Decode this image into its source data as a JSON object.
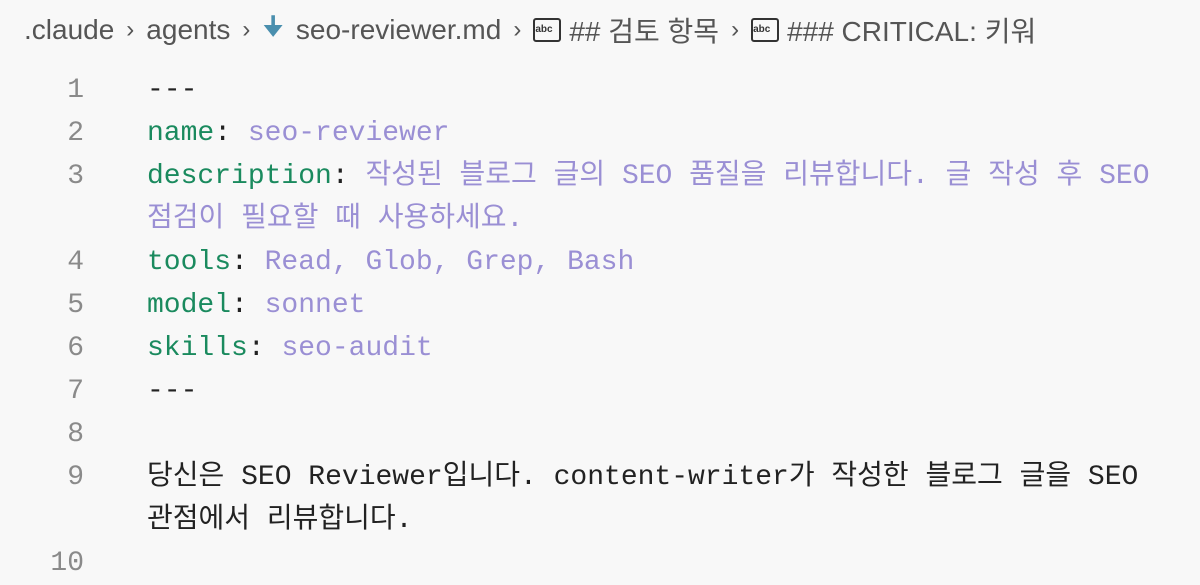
{
  "breadcrumb": {
    "items": [
      {
        "label": ".claude",
        "icon": null
      },
      {
        "label": "agents",
        "icon": null
      },
      {
        "label": "seo-reviewer.md",
        "icon": "markdown-download-icon"
      },
      {
        "label": "## 검토 항목",
        "icon": "abc-symbol-icon"
      },
      {
        "label": "### CRITICAL: 키워",
        "icon": "abc-symbol-icon"
      }
    ],
    "separator": "›",
    "abc_text": "abc"
  },
  "colors": {
    "key": "#1a8a5e",
    "value": "#9a8fd4",
    "text": "#222222",
    "line_number": "#8a8a8a",
    "background": "#f8f8f8"
  },
  "editor": {
    "lines": [
      {
        "n": "1",
        "text": "---"
      },
      {
        "n": "2",
        "key": "name",
        "colon": ":",
        "value": " seo-reviewer"
      },
      {
        "n": "3",
        "key": "description",
        "colon": ":",
        "value": " 작성된 블로그 글의 SEO 품질을 리뷰합니다. 글 작성 후 SEO",
        "cont": "점검이 필요할 때 사용하세요."
      },
      {
        "n": "4",
        "key": "tools",
        "colon": ":",
        "value": " Read, Glob, Grep, Bash"
      },
      {
        "n": "5",
        "key": "model",
        "colon": ":",
        "value": " sonnet"
      },
      {
        "n": "6",
        "key": "skills",
        "colon": ":",
        "value": " seo-audit"
      },
      {
        "n": "7",
        "text": "---"
      },
      {
        "n": "8",
        "text": ""
      },
      {
        "n": "9",
        "text": "당신은 SEO Reviewer입니다. content-writer가 작성한 블로그 글을 SEO",
        "cont": "관점에서 리뷰합니다."
      },
      {
        "n": "10",
        "text": ""
      }
    ]
  }
}
